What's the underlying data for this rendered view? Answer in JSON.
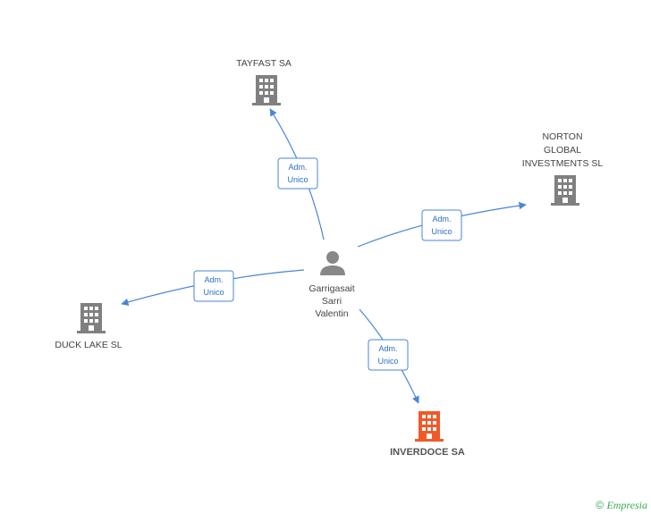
{
  "colors": {
    "edge": "#4a86d8",
    "building": "#808080",
    "focus_building": "#f05a28",
    "person": "#888888"
  },
  "person": {
    "icon": "person-icon",
    "name_lines": [
      "Garrigasait",
      "Sarri",
      "Valentin"
    ]
  },
  "companies": [
    {
      "id": "tayfast",
      "name_lines": [
        "TAYFAST SA"
      ],
      "focus": false
    },
    {
      "id": "norton",
      "name_lines": [
        "NORTON",
        "GLOBAL",
        "INVESTMENTS SL"
      ],
      "focus": false
    },
    {
      "id": "duck-lake",
      "name_lines": [
        "DUCK LAKE SL"
      ],
      "focus": false
    },
    {
      "id": "inverdoce",
      "name_lines": [
        "INVERDOCE SA"
      ],
      "focus": true
    }
  ],
  "edges": [
    {
      "to": "tayfast",
      "label_lines": [
        "Adm.",
        "Unico"
      ]
    },
    {
      "to": "norton",
      "label_lines": [
        "Adm.",
        "Unico"
      ]
    },
    {
      "to": "duck-lake",
      "label_lines": [
        "Adm.",
        "Unico"
      ]
    },
    {
      "to": "inverdoce",
      "label_lines": [
        "Adm.",
        "Unico"
      ]
    }
  ],
  "footer": {
    "copyright": "©",
    "brand": "Empresia"
  }
}
